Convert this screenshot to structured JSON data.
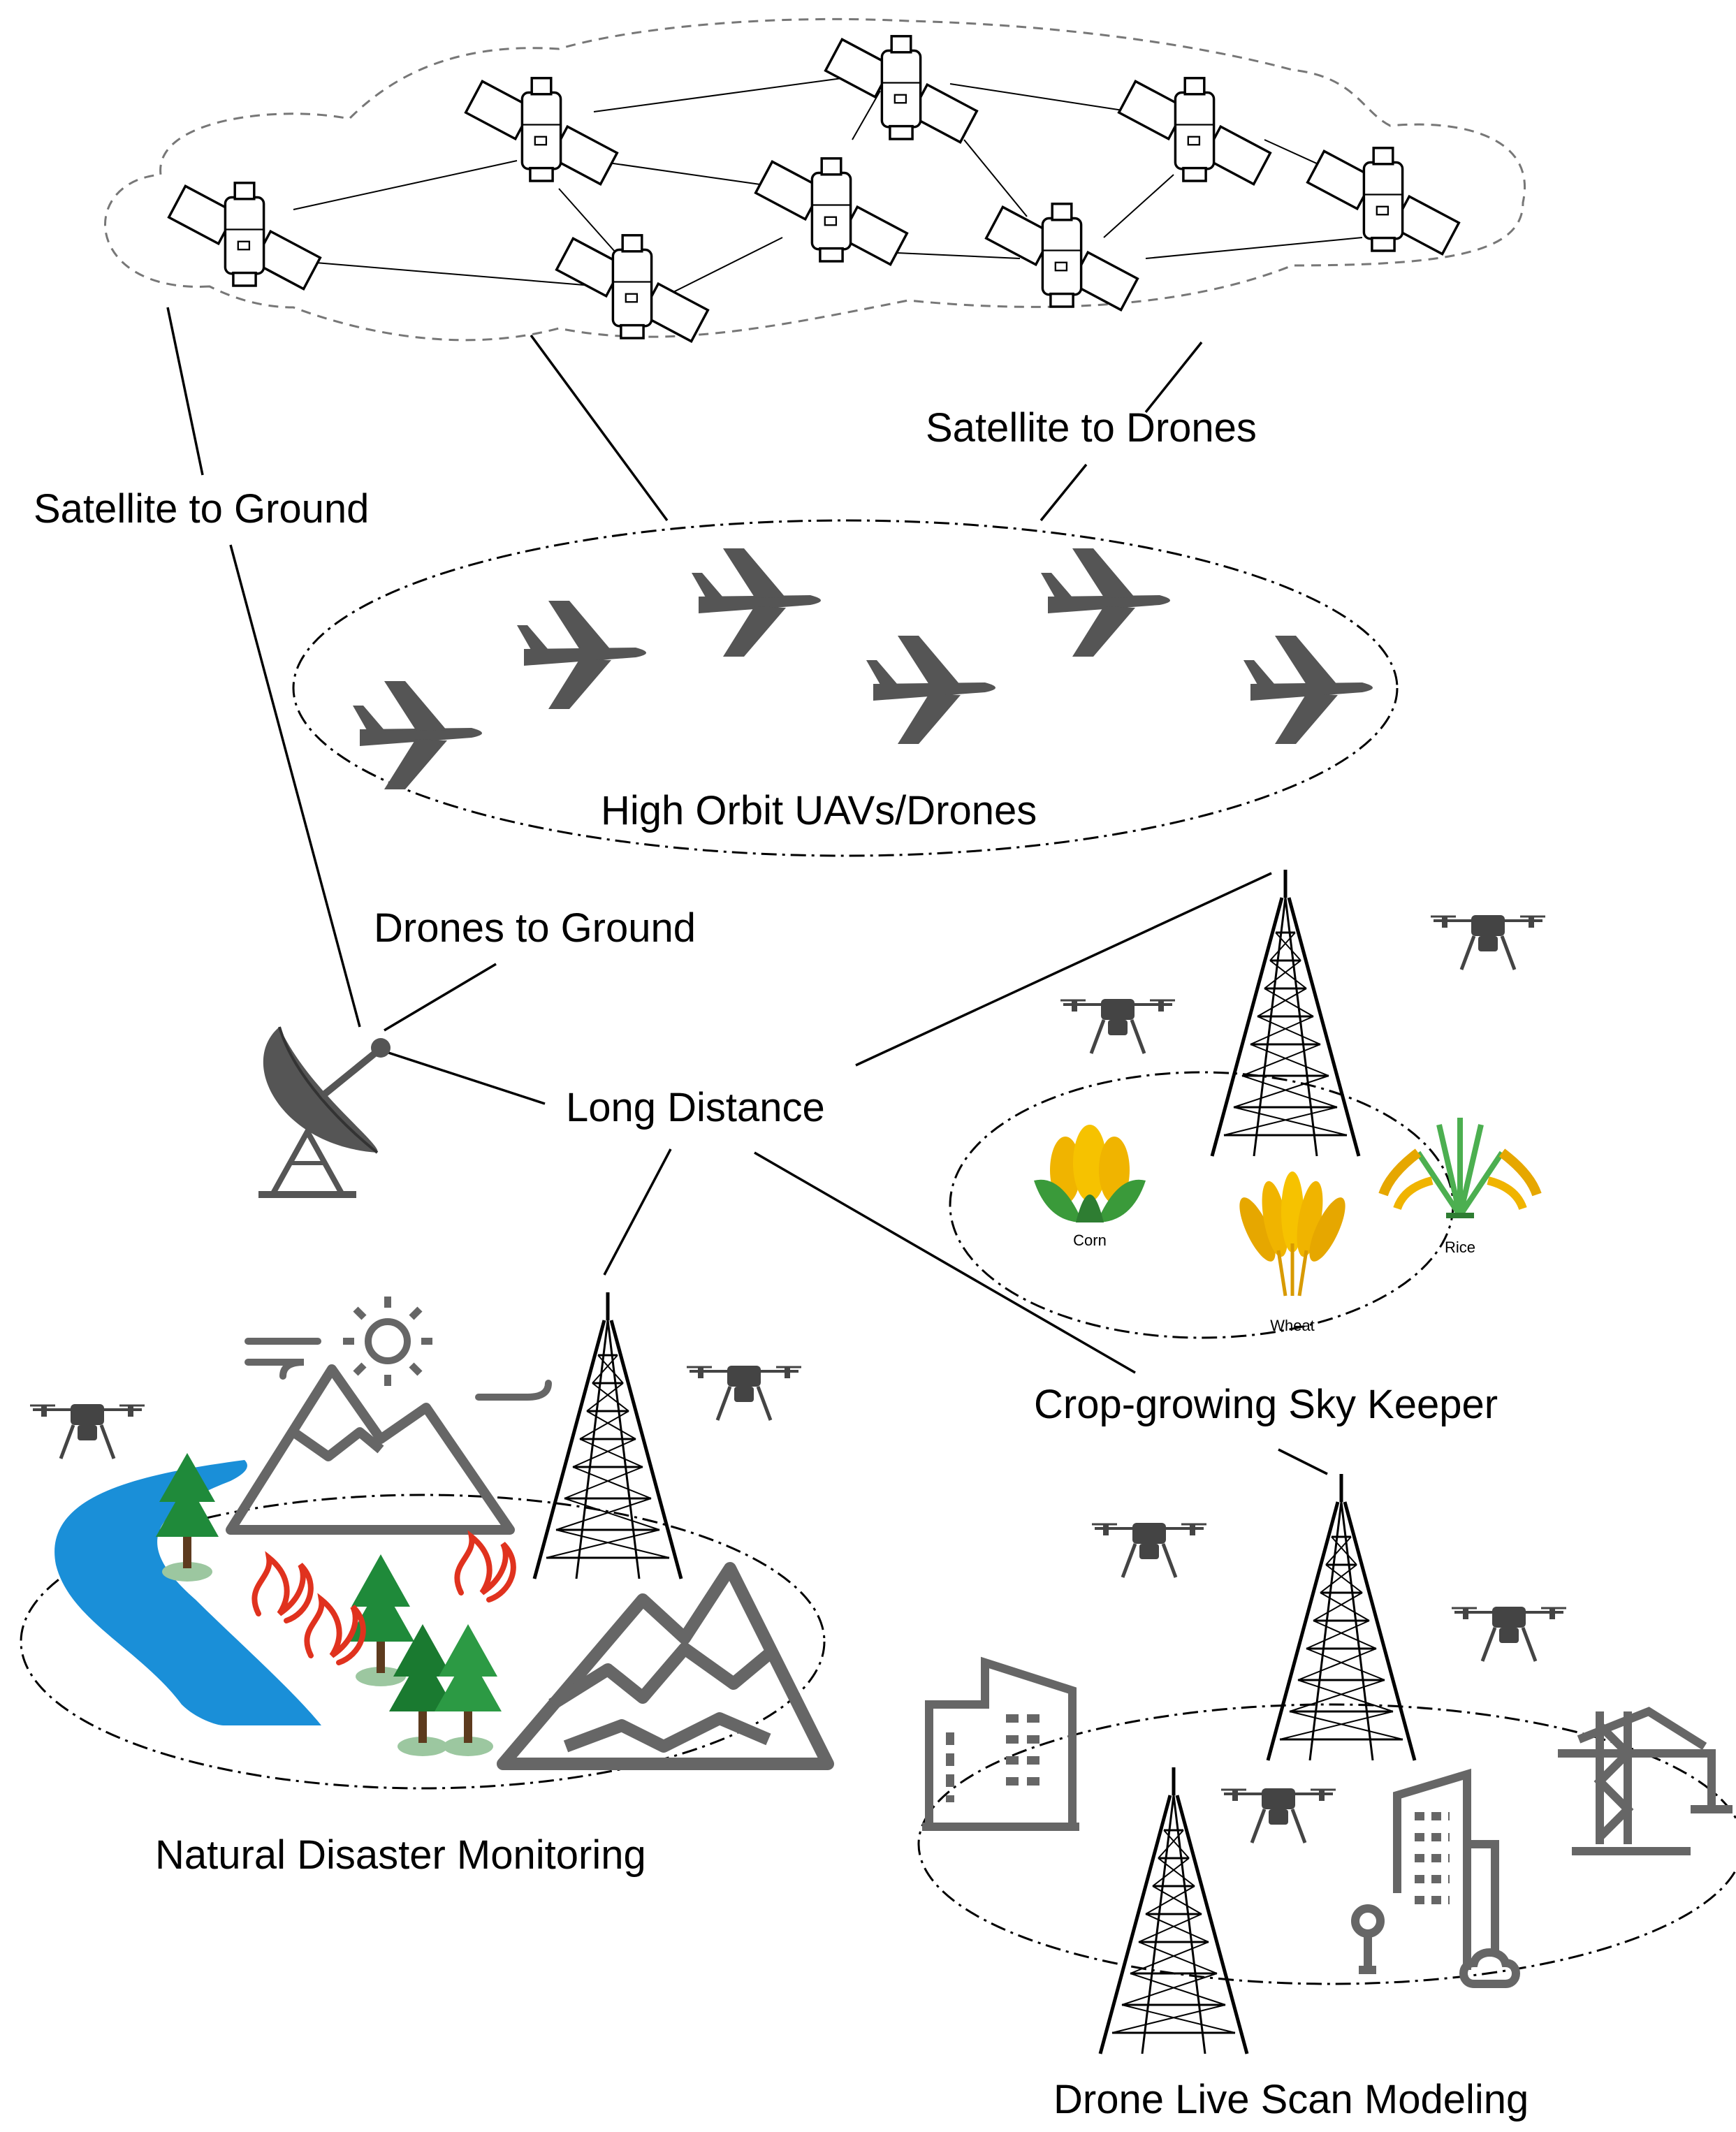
{
  "labels": {
    "satellite_to_ground": "Satellite to Ground",
    "satellite_to_drones": "Satellite to Drones",
    "high_orbit": "High Orbit UAVs/Drones",
    "drones_to_ground": "Drones to Ground",
    "long_distance": "Long Distance",
    "crop_keeper": "Crop-growing Sky Keeper",
    "natural_disaster": "Natural Disaster Monitoring",
    "live_scan": "Drone Live Scan Modeling"
  },
  "crops": {
    "corn": "Corn",
    "wheat": "Wheat",
    "rice": "Rice"
  },
  "icons": [
    "satellite-icon",
    "plane-icon",
    "quadcopter-icon",
    "tower-icon",
    "dish-antenna-icon",
    "corn-icon",
    "wheat-icon",
    "rice-icon",
    "tree-icon",
    "fire-icon",
    "mountain-icon",
    "sun-icon",
    "river-icon",
    "building-icon",
    "crane-icon",
    "factory-icon"
  ],
  "colors": {
    "line": "#000000",
    "icon_gray": "#555555",
    "river": "#1a8fd8",
    "tree": "#1f8a3a",
    "fire": "#e0321e",
    "crop": "#f0b400"
  }
}
